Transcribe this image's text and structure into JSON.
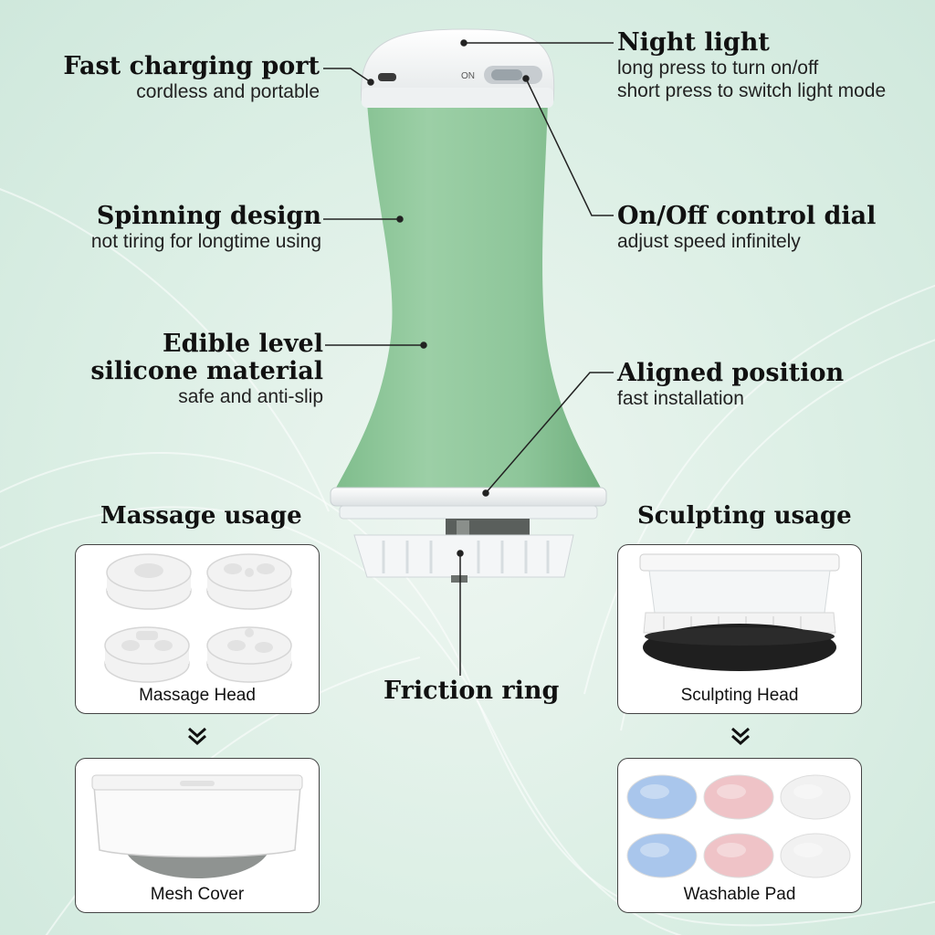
{
  "callouts": {
    "charging": {
      "title": "Fast charging port",
      "sub": "cordless and portable"
    },
    "spinning": {
      "title": "Spinning design",
      "sub": "not tiring for longtime using"
    },
    "silicone": {
      "title1": "Edible level",
      "title2": "silicone material",
      "sub": "safe and anti-slip"
    },
    "night_light": {
      "title": "Night light",
      "sub1": "long press to turn on/off",
      "sub2": "short press to switch light mode"
    },
    "dial": {
      "title": "On/Off control dial",
      "sub": "adjust speed infinitely"
    },
    "aligned": {
      "title": "Aligned position",
      "sub": "fast installation"
    },
    "friction": {
      "title": "Friction ring"
    }
  },
  "device": {
    "switch_label": "ON",
    "body_color": "#8fc79a"
  },
  "sections": {
    "massage": {
      "title": "Massage usage",
      "head_caption": "Massage Head",
      "cover_caption": "Mesh Cover"
    },
    "sculpting": {
      "title": "Sculpting usage",
      "head_caption": "Sculpting Head",
      "pad_caption": "Washable Pad"
    }
  },
  "icons": [
    "double-chevron-down-icon"
  ],
  "colors": {
    "pad_blue": "#a9c6ec",
    "pad_pink": "#efc3c7",
    "pad_white": "#f1f1f1"
  }
}
